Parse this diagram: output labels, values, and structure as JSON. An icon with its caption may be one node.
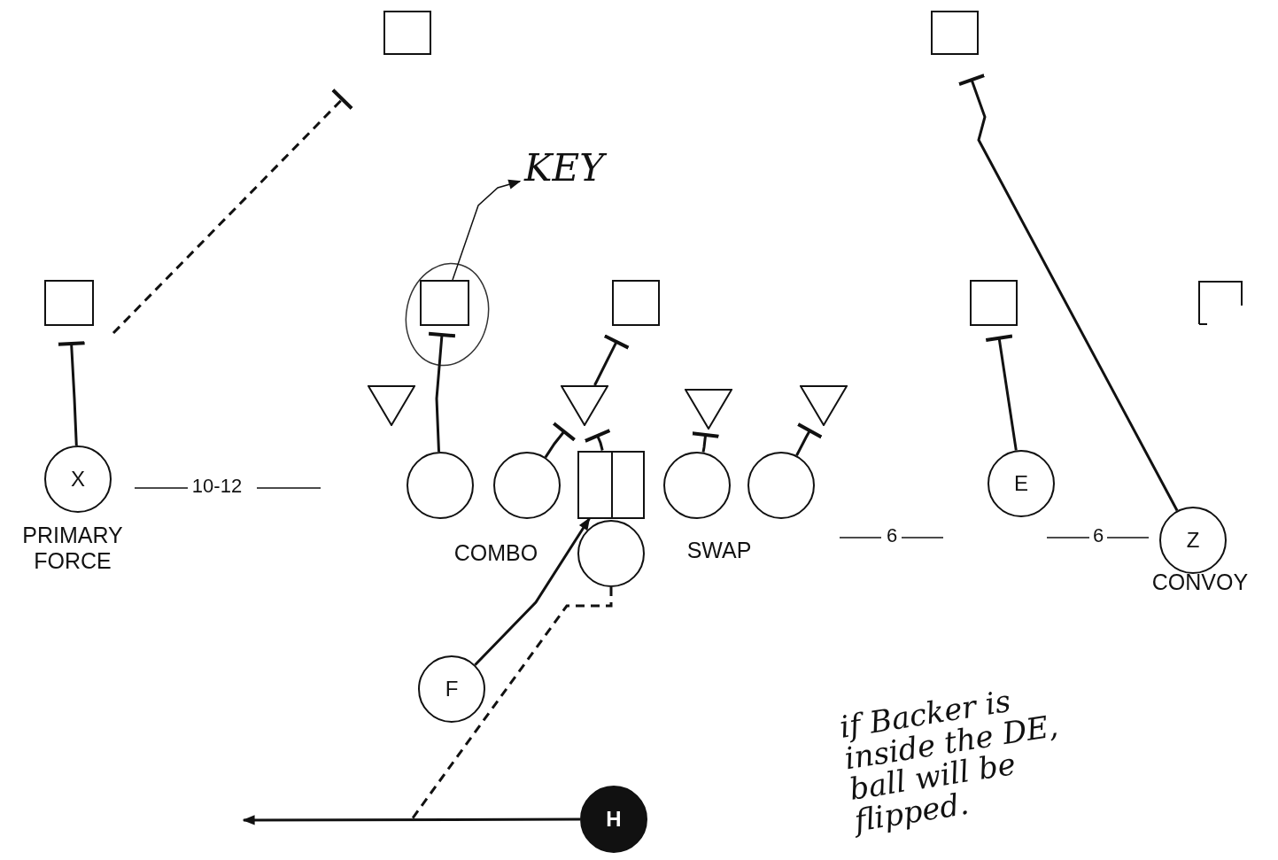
{
  "diagram": {
    "nodes": [
      {
        "text": [],
        "shape": "box"
      },
      {
        "text": [],
        "shape": "box"
      },
      {
        "text": [],
        "shape": "box"
      },
      {
        "text": [],
        "shape": "box"
      },
      {
        "text": [],
        "shape": "box"
      },
      {
        "text": [],
        "shape": "box"
      },
      {
        "text": [],
        "shape": "box"
      },
      {
        "text": [],
        "shape": "triangle"
      },
      {
        "text": [],
        "shape": "triangle"
      },
      {
        "text": [],
        "shape": "triangle"
      },
      {
        "text": [],
        "shape": "triangle"
      },
      {
        "text": [
          "X"
        ],
        "beside": [
          "PRIMARY FORCE"
        ]
      },
      {
        "text": [],
        "shape": "circle"
      },
      {
        "text": [],
        "shape": "circle"
      },
      {
        "text": [],
        "shape": "box"
      },
      {
        "text": [],
        "shape": "circle"
      },
      {
        "text": [],
        "shape": "circle"
      },
      {
        "text": [
          "E"
        ]
      },
      {
        "text": [
          "Z"
        ],
        "beside": [
          "CONVOY"
        ]
      },
      {
        "text": [],
        "shape": "circle"
      },
      {
        "text": [
          "F"
        ]
      },
      {
        "text": [
          "H"
        ]
      },
      {
        "text": [
          "KEY"
        ]
      }
    ],
    "edges": [
      {
        "from": 11,
        "to": 2,
        "arrow": "other"
      },
      {
        "from": null,
        "to": 0,
        "arrow": "other",
        "style": "dashed"
      },
      {
        "from": 12,
        "to": 3,
        "arrow": "other"
      },
      {
        "from": 13,
        "to": 8,
        "arrow": "other"
      },
      {
        "from": 14,
        "to": 8,
        "arrow": "other"
      },
      {
        "from": 8,
        "to": 4,
        "arrow": "other"
      },
      {
        "from": 15,
        "to": 9,
        "arrow": "other"
      },
      {
        "from": 16,
        "to": 10,
        "arrow": "other"
      },
      {
        "from": 17,
        "to": 5,
        "arrow": "other"
      },
      {
        "from": 18,
        "to": 1,
        "arrow": "other"
      },
      {
        "from": 20,
        "to": 14,
        "arrow": "to"
      },
      {
        "from": 19,
        "to": null,
        "arrow": "none",
        "style": "dashed"
      },
      {
        "from": 21,
        "to": null,
        "arrow": "to"
      },
      {
        "from": 3,
        "to": 22,
        "arrow": "to"
      }
    ],
    "labels": [
      "10-12",
      "COMBO",
      "SWAP",
      "6",
      "6",
      "if Backer is inside the DE, ball will be flipped."
    ]
  }
}
